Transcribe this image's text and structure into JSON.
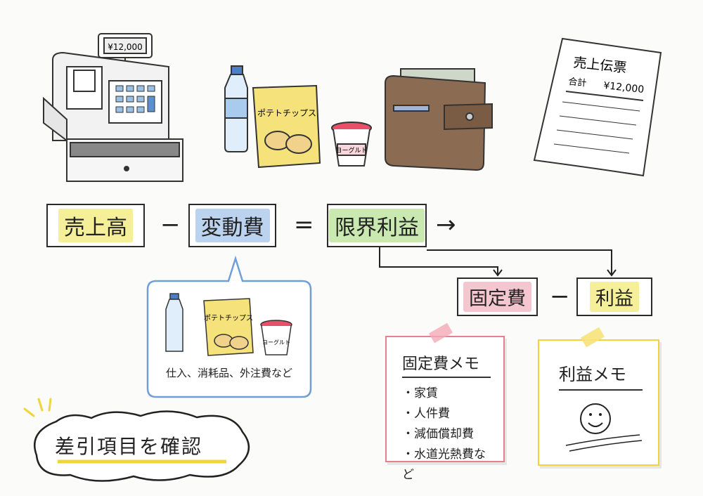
{
  "illustrations": {
    "register_display": "¥12,000",
    "chips_label": "ポテトチップス",
    "yogurt_label": "ヨーグルト",
    "slip_title": "売上伝票",
    "slip_total_label": "合計",
    "slip_total_value": "¥12,000"
  },
  "formula": {
    "sales": "売上高",
    "minus1": "−",
    "variable_cost": "変動費",
    "equals": "=",
    "marginal_profit": "限界利益",
    "arrow": "→",
    "fixed_cost": "固定費",
    "minus2": "−",
    "profit": "利益"
  },
  "variable_cost_callout": {
    "chips_label": "ポテトチップス",
    "yogurt_label": "ヨーグルト",
    "caption": "仕入、消耗品、外注費など"
  },
  "fixed_cost_memo": {
    "title": "固定費メモ",
    "items": [
      "家賃",
      "人件費",
      "減価償却費",
      "水道光熱費など"
    ]
  },
  "profit_memo": {
    "title": "利益メモ",
    "icon": "smiley-face-icon"
  },
  "badge": {
    "text": "差引項目を確認"
  },
  "colors": {
    "sales": "#f6ef9a",
    "variable_cost": "#bcd3f0",
    "marginal_profit": "#c9e9b0",
    "fixed_cost": "#f4c6cf",
    "profit": "#f6ef9a",
    "callout_border": "#6f9fd6",
    "fixed_memo_border": "#e77f8f",
    "profit_memo_border": "#f1d43a"
  }
}
